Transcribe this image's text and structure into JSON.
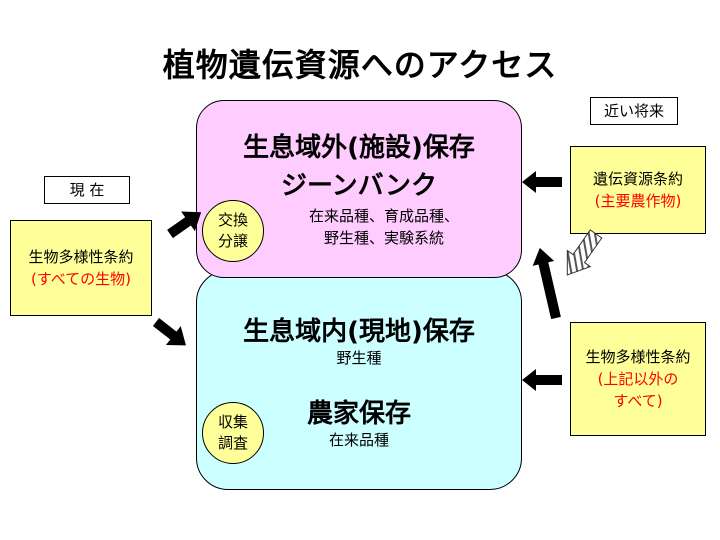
{
  "title": "植物遺伝資源へのアクセス",
  "labels": {
    "present": "現  在",
    "future": "近い将来"
  },
  "left_box": {
    "line1": "生物多様性条約",
    "line2": "(すべての生物)"
  },
  "ex_situ": {
    "title": "生息域外(施設)保存",
    "subtitle": "ジーンバンク",
    "items_line1": "在来品種、育成品種、",
    "items_line2": "野生種、実験系統",
    "circle_line1": "交換",
    "circle_line2": "分譲"
  },
  "in_situ": {
    "title": "生息域内(現地)保存",
    "subtitle": "野生種",
    "farm_title": "農家保存",
    "farm_subtitle": "在来品種",
    "circle_line1": "収集",
    "circle_line2": "調査"
  },
  "right_top_box": {
    "line1": "遺伝資源条約",
    "line2": "(主要農作物)"
  },
  "right_bottom_box": {
    "line1": "生物多様性条約",
    "line2": "(上記以外の",
    "line3": "すべて)"
  },
  "colors": {
    "ex_situ_fill": "#ffccff",
    "in_situ_fill": "#ccffff",
    "note_fill": "#ffff99",
    "emphasis_text": "#ff0000"
  }
}
